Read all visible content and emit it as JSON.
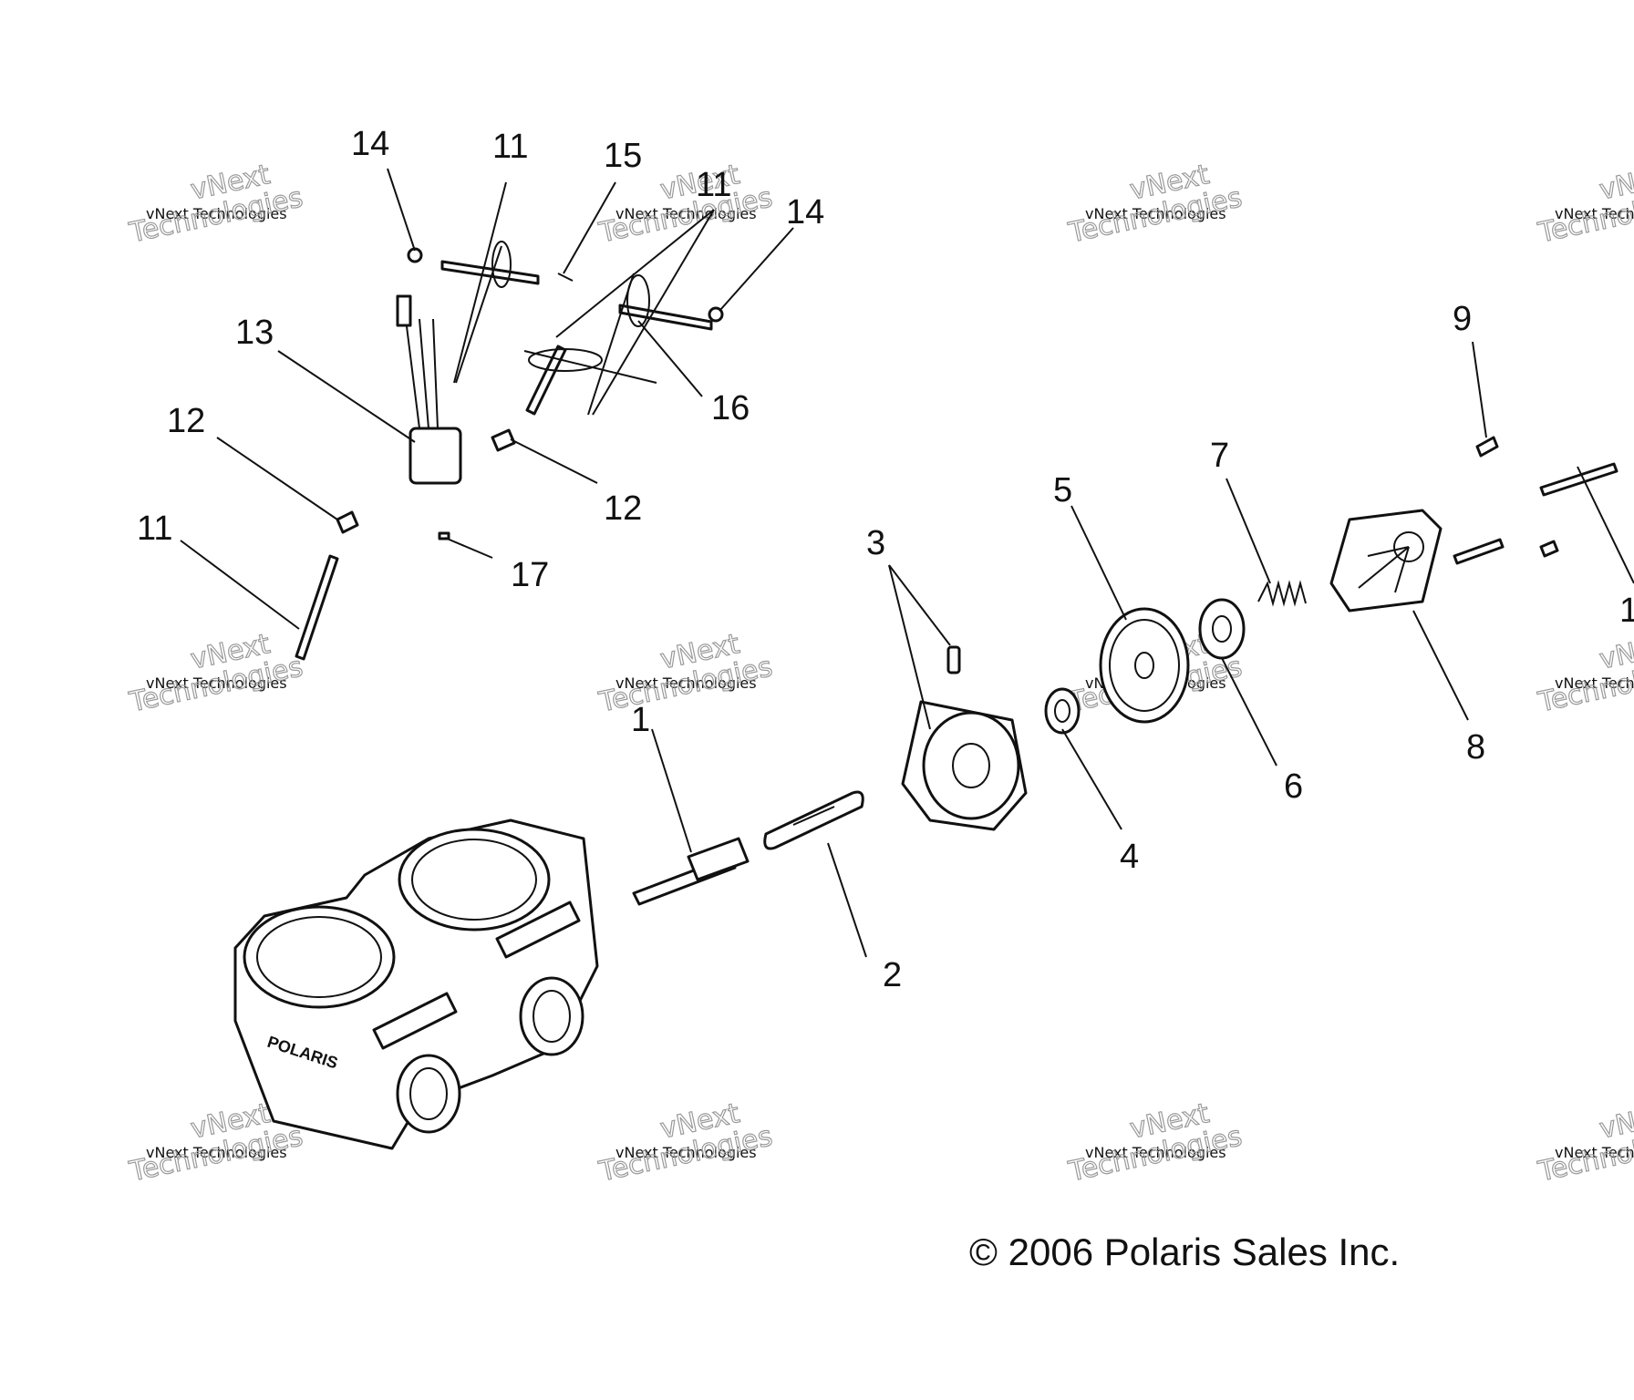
{
  "callouts": [
    "1",
    "2",
    "3",
    "4",
    "5",
    "6",
    "7",
    "8",
    "9",
    "11",
    "11",
    "11",
    "12",
    "12",
    "13",
    "14",
    "14",
    "15",
    "16",
    "17",
    "11",
    "1"
  ],
  "watermark": {
    "line1": "vNext Technologies",
    "line2": "vNext\nTechnologies"
  },
  "copyright": "© 2006 Polaris Sales Inc.",
  "cylinder_mark": "POLARIS"
}
